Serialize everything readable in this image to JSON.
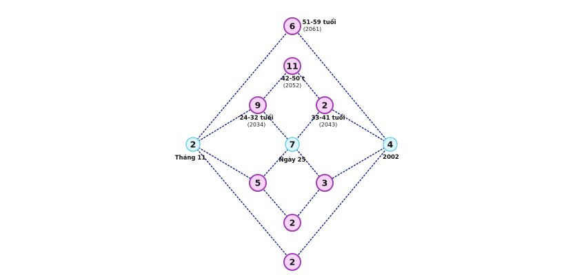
{
  "colors": {
    "edge": "#1a2a8c",
    "pink_fill": "#f6d5f8",
    "pink_stroke": "#a13bb0",
    "blue_fill": "#dff6fd",
    "blue_stroke": "#6fcfe8"
  },
  "nodes": {
    "left": {
      "value": "2",
      "label": "Tháng 11"
    },
    "center": {
      "value": "7",
      "label": "Ngày 25"
    },
    "right": {
      "value": "4",
      "label": "2002"
    },
    "top": {
      "value": "6",
      "label": "51-59 tuổi",
      "sub": "(2061)"
    },
    "upper": {
      "value": "11",
      "label": "42-50 t",
      "sub": "(2052)"
    },
    "mid_left": {
      "value": "9",
      "label": "24-32 tuổi",
      "sub": "(2034)"
    },
    "mid_right": {
      "value": "2",
      "label": "33-41 tuổi",
      "sub": "(2043)"
    },
    "low_left": {
      "value": "5"
    },
    "low_right": {
      "value": "3"
    },
    "lower": {
      "value": "2"
    },
    "bottom": {
      "value": "2"
    }
  }
}
